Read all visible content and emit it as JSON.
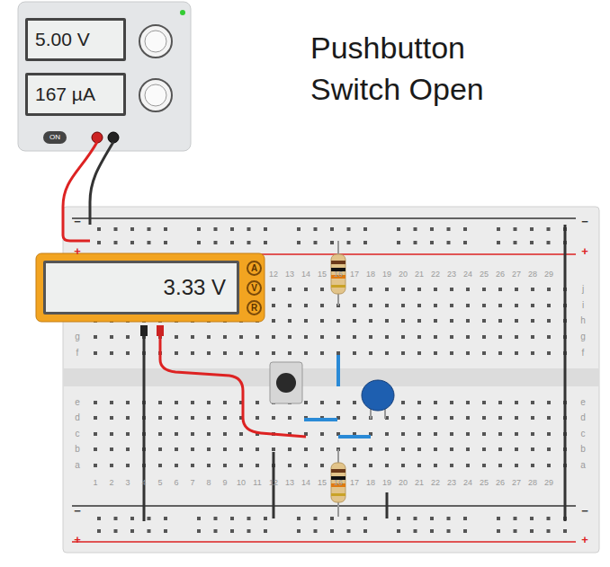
{
  "diagram": {
    "title": "Pushbutton Switch Open",
    "nodes": [
      {
        "text": [
          "5.00 V"
        ]
      },
      {
        "text": [
          "167 µA"
        ]
      },
      {
        "text": [
          "3.33 V"
        ]
      },
      {
        "text": [
          "A"
        ]
      },
      {
        "text": [
          "V"
        ]
      },
      {
        "text": [
          "R"
        ]
      }
    ],
    "labels": [
      "ON",
      "−",
      "+",
      "−",
      "+",
      "−",
      "+",
      "−",
      "+",
      "12",
      "13",
      "14",
      "15",
      "16",
      "17",
      "18",
      "19",
      "20",
      "21",
      "22",
      "23",
      "24",
      "25",
      "26",
      "27",
      "28",
      "29",
      "g",
      "f",
      "e",
      "d",
      "c",
      "b",
      "a",
      "j",
      "i",
      "h",
      "g",
      "f",
      "e",
      "d",
      "c",
      "b",
      "a",
      "1",
      "2",
      "3",
      "4",
      "5",
      "6",
      "7",
      "8",
      "9",
      "10",
      "11",
      "12",
      "13",
      "14",
      "15",
      "16",
      "17",
      "18",
      "19",
      "20",
      "21",
      "22",
      "23",
      "24",
      "25",
      "26",
      "27",
      "28",
      "29"
    ]
  }
}
